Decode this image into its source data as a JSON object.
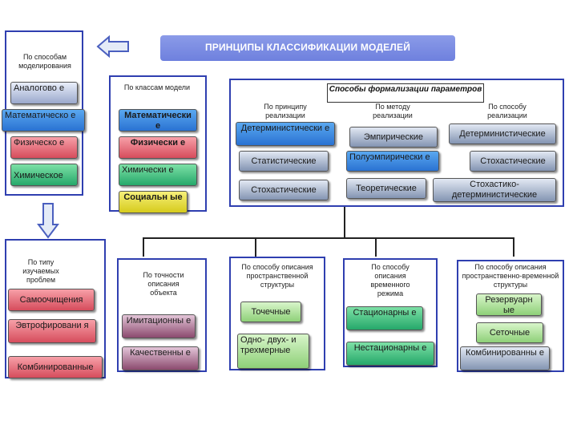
{
  "title": "ПРИНЦИПЫ КЛАССИФИКАЦИИ МОДЕЛЕЙ",
  "modeling": {
    "label": "По способам моделирования",
    "items": [
      "Аналогово е",
      "Математическо е",
      "Физическо е",
      "Химическое"
    ]
  },
  "classes": {
    "label": "По классам модели",
    "items": [
      "Математически е",
      "Физически е",
      "Химически е",
      "Социальн ые"
    ]
  },
  "formalization": {
    "title": "Способы формализации параметров",
    "implementation": {
      "label": "По принципу реализации",
      "items": [
        "Детерминистически е",
        "Статистические",
        "Стохастические"
      ]
    },
    "method": {
      "label": "По методу реализации",
      "items": [
        "Эмпирические",
        "Полуэмпирически е",
        "Теоретические"
      ]
    },
    "way": {
      "label": "По способу реализации",
      "items": [
        "Детерминистические",
        "Стохастические",
        "Стохастико-детерминистические"
      ]
    }
  },
  "problems": {
    "label": "По типу изучаемых проблем",
    "items": [
      "Самоочищения",
      "Эвтрофировани я",
      "Комбинированные"
    ]
  },
  "accuracy": {
    "label": "По точности описания объекта",
    "items": [
      "Имитационны е",
      "Качественны е"
    ]
  },
  "spatial": {
    "label": "По способу описания пространственной структуры",
    "items": [
      "Точечные",
      "Одно- двух- и трехмерные"
    ]
  },
  "temporal": {
    "label": "По способу описания временного режима",
    "items": [
      "Стационарны е",
      "Нестационарны е"
    ]
  },
  "spatiotemporal": {
    "label": "По способу описания пространственно-временной структуры",
    "items": [
      "Резервуарн ые",
      "Сеточные",
      "Комбинированны е"
    ]
  }
}
